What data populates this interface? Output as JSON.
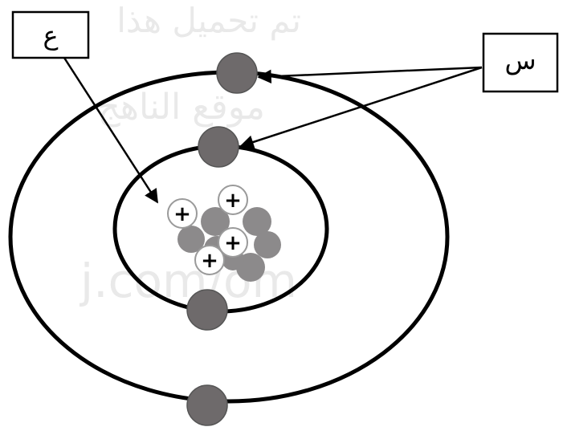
{
  "labels": {
    "nucleus_label": "ع",
    "electron_label": "س"
  },
  "watermark": {
    "line1": "تم تحميل هذا",
    "line2": "موقع الناهج",
    "line3": "j.com/om"
  },
  "atom": {
    "orbit_count": 2,
    "electrons_per_orbit": [
      2,
      2
    ],
    "nucleus": {
      "protons": 4,
      "neutrons": 7,
      "proton_symbol": "+"
    }
  },
  "colors": {
    "electron_fill": "#6e6a6b",
    "neutron_fill": "#8c8a8b",
    "proton_fill": "#ffffff",
    "line": "#000000"
  }
}
